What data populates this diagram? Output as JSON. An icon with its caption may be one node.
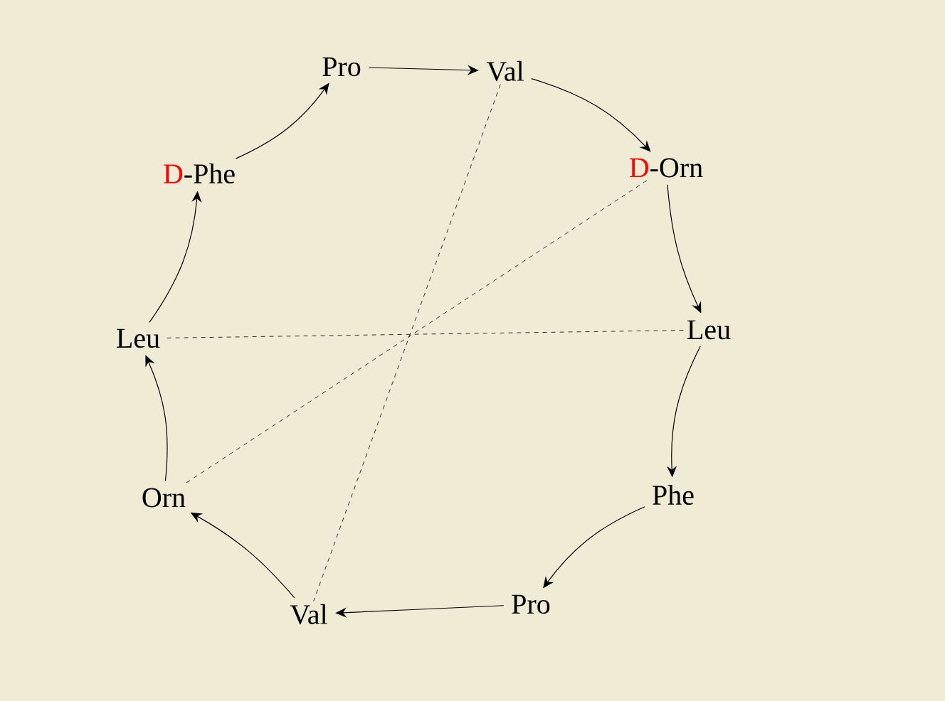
{
  "diagram": {
    "nodes": [
      {
        "text": [
          "Pro"
        ]
      },
      {
        "text": [
          "Val"
        ]
      },
      {
        "text": [
          "D",
          "-Orn"
        ]
      },
      {
        "text": [
          "Leu"
        ]
      },
      {
        "text": [
          "Phe"
        ]
      },
      {
        "text": [
          "Pro"
        ]
      },
      {
        "text": [
          "Val"
        ]
      },
      {
        "text": [
          "Orn"
        ]
      },
      {
        "text": [
          "Leu"
        ]
      },
      {
        "text": [
          "D",
          "-Phe"
        ]
      }
    ],
    "edges": [
      {
        "from": 0,
        "to": 1,
        "arrow": "to"
      },
      {
        "from": 1,
        "to": 2,
        "arrow": "to"
      },
      {
        "from": 2,
        "to": 3,
        "arrow": "to"
      },
      {
        "from": 3,
        "to": 4,
        "arrow": "to"
      },
      {
        "from": 4,
        "to": 5,
        "arrow": "to"
      },
      {
        "from": 5,
        "to": 6,
        "arrow": "to"
      },
      {
        "from": 6,
        "to": 7,
        "arrow": "to"
      },
      {
        "from": 7,
        "to": 8,
        "arrow": "to"
      },
      {
        "from": 8,
        "to": 9,
        "arrow": "to"
      },
      {
        "from": 9,
        "to": 0,
        "arrow": "to"
      },
      {
        "from": 1,
        "to": 6,
        "arrow": "none",
        "style": "dashed"
      },
      {
        "from": 2,
        "to": 7,
        "arrow": "none",
        "style": "dashed"
      },
      {
        "from": 3,
        "to": 8,
        "arrow": "none",
        "style": "dashed"
      }
    ]
  }
}
